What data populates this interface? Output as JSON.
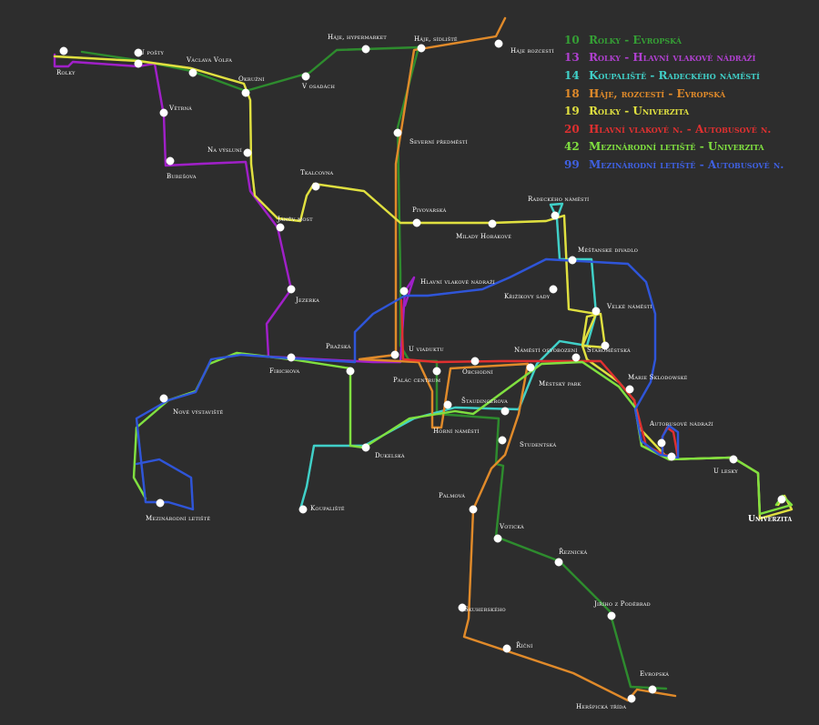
{
  "colors": {
    "l10": "#2e8b2e",
    "l13": "#a020c8",
    "l14": "#40d0c8",
    "l18": "#e08a2a",
    "l19": "#e0e040",
    "l20": "#e03030",
    "l42": "#80e040",
    "l99": "#2f55d8"
  },
  "legend": [
    {
      "number": "10",
      "route": "Rolky - Evropská",
      "color": "#35a035"
    },
    {
      "number": "13",
      "route": "Rolky - Hlavní vlakové nádraží",
      "color": "#b040d0"
    },
    {
      "number": "14",
      "route": "Koupaliště - Radeckého náměstí",
      "color": "#40d0c8"
    },
    {
      "number": "18",
      "route": "Háje, rozcestí - Evropská",
      "color": "#e08a2a"
    },
    {
      "number": "19",
      "route": "Rolky - Univerzita",
      "color": "#e0e040"
    },
    {
      "number": "20",
      "route": "Hlavní vlakové n. - Autobusové n.",
      "color": "#e03030"
    },
    {
      "number": "42",
      "route": "Mezinárodní letiště - Univerzita",
      "color": "#80e040"
    },
    {
      "number": "99",
      "route": "Mezinárodní letiště - Autobusové n.",
      "color": "#3f60e0"
    }
  ],
  "stops": {
    "rolky": "Rolky",
    "u_posty": "U pošty",
    "vaclava_volfa": "Václava Volfa",
    "okruzni": "Okružní",
    "v_osadach": "V osadách",
    "haje_hypermarket": "Háje, hypermarket",
    "haje_sidliste": "Háje, sídliště",
    "haje_rozcesti": "Háje rozcestí",
    "vetrna": "Větrná",
    "na_vysluni": "Na výsluní",
    "buresova": "Burešova",
    "tkalcovna": "Tkalcovna",
    "januv_most": "Jánův most",
    "severni_predmesti": "Severní předměstí",
    "pivovarska": "Pivovarská",
    "milady_horakove": "Milady Horákové",
    "radeckeho_namesti": "Radeckého náměstí",
    "mestanske_divadlo": "Měšťanské divadlo",
    "hlavni_vlakove_nadrazi": "Hlavní vlakové nádraží",
    "krizikovy_sady": "Křižíkovy sady",
    "velke_namesti": "Velké náměstí",
    "jezerka": "Jezerka",
    "prazska": "Pražská",
    "u_viaduktu": "U viaduktu",
    "namesti_osvobozeni": "Náměstí osvobození",
    "staromestska": "Staroměstská",
    "fibichova": "Fibichova",
    "palac_centrum": "Palác centrum",
    "obchodni": "Obchodní",
    "mestsky_park": "Městský park",
    "marie_sklodowske": "Marie Sklodowské",
    "nove_vystaviste": "Nové výstaviště",
    "staudingerova": "Štaudingerova",
    "horni_namesti": "Horní náměstí",
    "autobusove_nadrazi": "Autobusové nádraží",
    "studentska": "Studentská",
    "dukelska": "Dukelská",
    "u_lesky": "U lesky",
    "univerzita": "Univerzita",
    "koupaliste": "Koupaliště",
    "palmova": "Palmová",
    "mezinarodni_letiste": "Mezinárodní letiště",
    "voticka": "Votická",
    "reznicka": "Řeznická",
    "jiriho_z_podebrad": "Jiřího z Poděbrad",
    "skuherskeho": "Skuherského",
    "ricni": "Říční",
    "evropska": "Evropská",
    "hersplicka_trida": "Heršpická třída"
  }
}
